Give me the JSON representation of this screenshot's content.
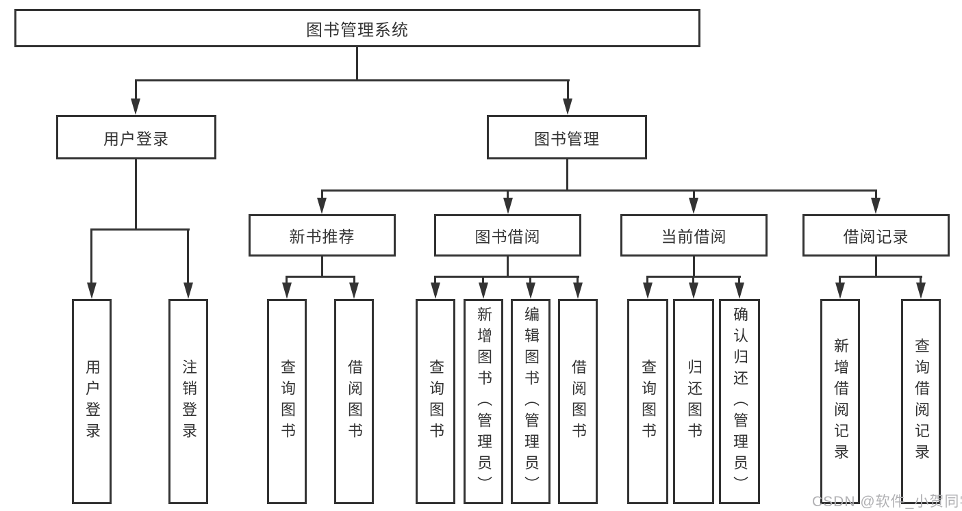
{
  "diagram": {
    "type": "tree",
    "root": {
      "label": "图书管理系统",
      "children": [
        {
          "label": "用户登录",
          "children": [
            {
              "label": "用户登录"
            },
            {
              "label": "注销登录"
            }
          ]
        },
        {
          "label": "图书管理",
          "children": [
            {
              "label": "新书推荐",
              "children": [
                {
                  "label": "查询图书"
                },
                {
                  "label": "借阅图书"
                }
              ]
            },
            {
              "label": "图书借阅",
              "children": [
                {
                  "label": "查询图书"
                },
                {
                  "label": "新增图书（管理员）"
                },
                {
                  "label": "编辑图书（管理员）"
                },
                {
                  "label": "借阅图书"
                }
              ]
            },
            {
              "label": "当前借阅",
              "children": [
                {
                  "label": "查询图书"
                },
                {
                  "label": "归还图书"
                },
                {
                  "label": "确认归还（管理员）"
                }
              ]
            },
            {
              "label": "借阅记录",
              "children": [
                {
                  "label": "新增借阅记录"
                },
                {
                  "label": "查询借阅记录"
                }
              ]
            }
          ]
        }
      ]
    }
  },
  "watermark": {
    "text": "CSDN @软件_小贺同学"
  },
  "colors": {
    "line": "#333333",
    "box_border": "#333333",
    "text": "#333333",
    "watermark": "#b0b0b3",
    "background": "#ffffff"
  }
}
